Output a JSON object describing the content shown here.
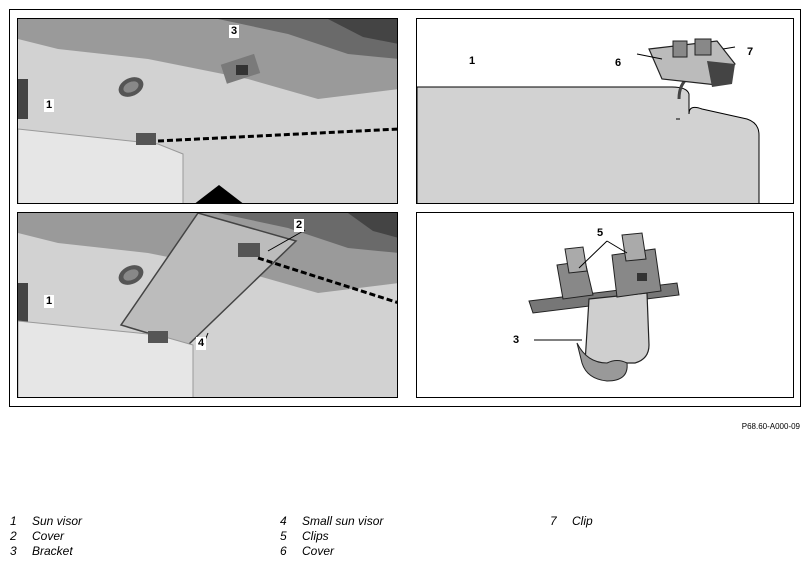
{
  "figure": {
    "callouts": {
      "tl_3": "3",
      "tl_1": "1",
      "bl_1": "1",
      "bl_2": "2",
      "bl_4": "4",
      "tr_1": "1",
      "tr_6": "6",
      "tr_7": "7",
      "br_3": "3",
      "br_5": "5"
    },
    "reference_code": "P68.60-A000-09"
  },
  "legend": [
    {
      "number": "1",
      "label": "Sun visor"
    },
    {
      "number": "2",
      "label": "Cover"
    },
    {
      "number": "3",
      "label": "Bracket"
    },
    {
      "number": "4",
      "label": "Small sun visor"
    },
    {
      "number": "5",
      "label": "Clips"
    },
    {
      "number": "6",
      "label": "Cover"
    },
    {
      "number": "7",
      "label": "Clip"
    }
  ]
}
